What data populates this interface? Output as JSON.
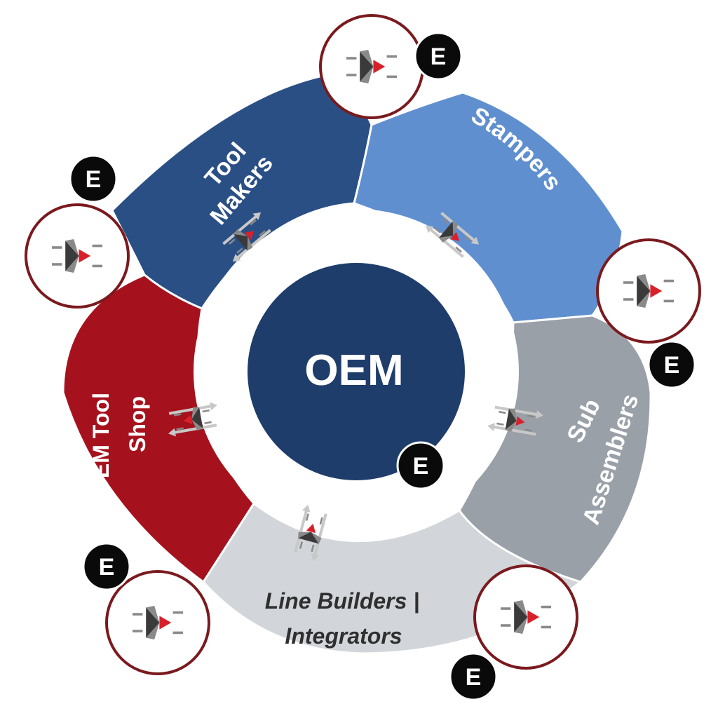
{
  "center": {
    "label": "OEM"
  },
  "segments": [
    {
      "id": "tool-makers",
      "lines": [
        "Tool",
        "Makers"
      ],
      "color": "#2a4f85"
    },
    {
      "id": "stampers",
      "lines": [
        "Stampers"
      ],
      "color": "#5f8fcf"
    },
    {
      "id": "sub-assemblers",
      "lines": [
        "Sub",
        "Assemblers"
      ],
      "color": "#9aa0a8"
    },
    {
      "id": "line-builders-integrators",
      "lines": [
        "Line Builders |",
        "Integrators"
      ],
      "color": "#d2d5d9"
    },
    {
      "id": "oem-tool-shop",
      "lines": [
        "OEM Tool",
        "Shop"
      ],
      "color": "#a5121d"
    }
  ],
  "badge_letter": "E",
  "colors": {
    "center_fill": "#1f3d6b",
    "ring_white": "#ffffff",
    "node_border": "#7a1a1e",
    "badge_fill": "#0a0a0a",
    "logo_dark": "#3a3a3a",
    "logo_mid": "#8a8a8a",
    "logo_accent": "#d9202a"
  },
  "icons": [
    "logo-node-icon",
    "exchange-arrows-icon"
  ]
}
